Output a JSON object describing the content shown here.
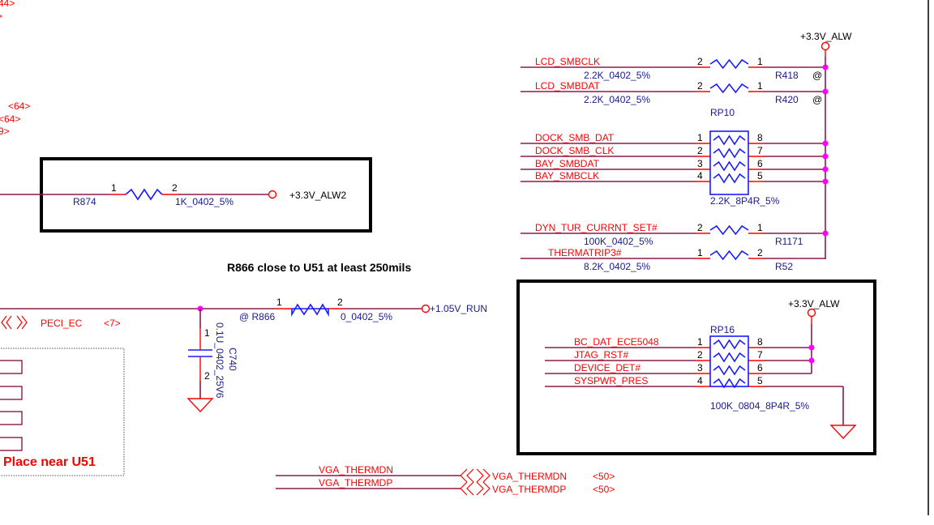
{
  "offpage": {
    "t1": "44>",
    "t2": ">",
    "t3": "<64>",
    "t4": "<64>",
    "t5": "9>"
  },
  "r874": {
    "ref": "R874",
    "value": "1K_0402_5%",
    "pin1": "1",
    "pin2": "2",
    "rail": "+3.3V_ALW2"
  },
  "note_r866": "R866 close to U51 at least 250mils",
  "r866": {
    "ref": "@ R866",
    "value": "0_0402_5%",
    "pin1": "1",
    "pin2": "2",
    "rail": "+1.05V_RUN"
  },
  "peci": {
    "net": "PECI_EC",
    "page": "<7>"
  },
  "c740": {
    "ref": "C740",
    "value": "0.1U_0402_25V6",
    "pin1": "1",
    "pin2": "2"
  },
  "place_note": "Place near U51",
  "vga": [
    {
      "net": "VGA_THERMDN",
      "page": "<50>"
    },
    {
      "net": "VGA_THERMDP",
      "page": "<50>"
    }
  ],
  "top_rail": "+3.3V_ALW",
  "pullups": [
    {
      "net": "LCD_SMBCLK",
      "value": "2.2K_0402_5%",
      "pinL": "2",
      "pinR": "1",
      "ref": "R418",
      "at": "@"
    },
    {
      "net": "LCD_SMBDAT",
      "value": "2.2K_0402_5%",
      "pinL": "2",
      "pinR": "1",
      "ref": "R420",
      "at": "@"
    },
    {
      "net": "DYN_TUR_CURRNT_SET#",
      "value": "100K_0402_5%",
      "pinL": "2",
      "pinR": "1",
      "ref": "R1171"
    },
    {
      "net": "THERMATRIP3#",
      "value": "8.2K_0402_5%",
      "pinL": "1",
      "pinR": "2",
      "ref": "R52"
    }
  ],
  "rp10": {
    "ref": "RP10",
    "value": "2.2K_8P4R_5%",
    "rows": [
      {
        "net": "DOCK_SMB_DAT",
        "pinL": "1",
        "pinR": "8"
      },
      {
        "net": "DOCK_SMB_CLK",
        "pinL": "2",
        "pinR": "7"
      },
      {
        "net": "BAY_SMBDAT",
        "pinL": "3",
        "pinR": "6"
      },
      {
        "net": "BAY_SMBCLK",
        "pinL": "4",
        "pinR": "5"
      }
    ]
  },
  "rp16": {
    "ref": "RP16",
    "value": "100K_0804_8P4R_5%",
    "rail": "+3.3V_ALW",
    "rows": [
      {
        "net": "BC_DAT_ECE5048",
        "pinL": "1",
        "pinR": "8"
      },
      {
        "net": "JTAG_RST#",
        "pinL": "2",
        "pinR": "7"
      },
      {
        "net": "DEVICE_DET#",
        "pinL": "3",
        "pinR": "6"
      },
      {
        "net": "SYSPWR_PRES",
        "pinL": "4",
        "pinR": "5"
      }
    ]
  }
}
